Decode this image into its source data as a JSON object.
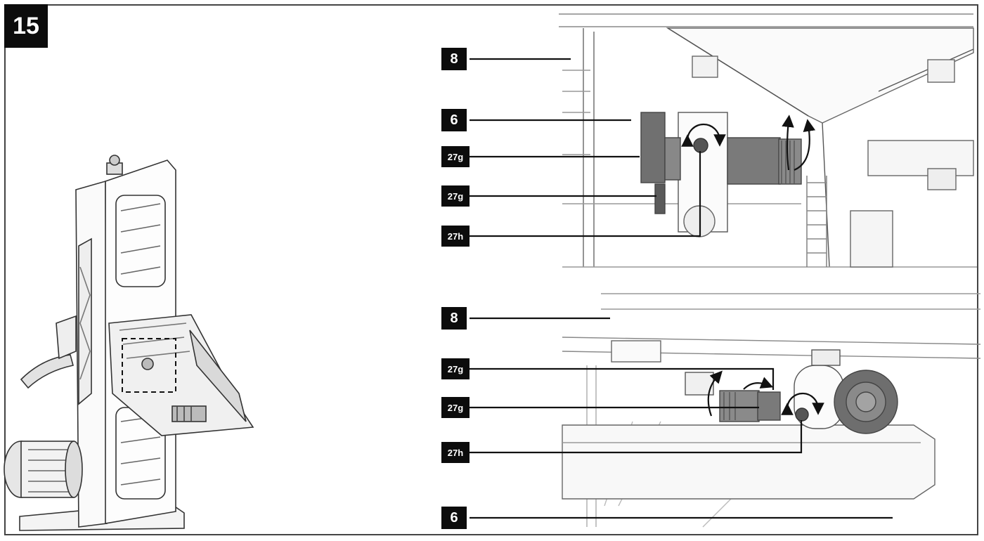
{
  "figure": {
    "number": "15"
  },
  "callouts": {
    "top": [
      {
        "id": "c-8-top",
        "label": "8"
      },
      {
        "id": "c-6-top",
        "label": "6"
      },
      {
        "id": "c-27g-top-a",
        "label": "27g"
      },
      {
        "id": "c-27g-top-b",
        "label": "27g"
      },
      {
        "id": "c-27h-top",
        "label": "27h"
      }
    ],
    "bottom": [
      {
        "id": "c-8-bottom",
        "label": "8"
      },
      {
        "id": "c-27g-bottom-a",
        "label": "27g"
      },
      {
        "id": "c-27g-bottom-b",
        "label": "27g"
      },
      {
        "id": "c-27h-bottom",
        "label": "27h"
      },
      {
        "id": "c-6-bottom",
        "label": "6"
      }
    ]
  },
  "colors": {
    "ink": "#0c0c0c",
    "line": "#555555",
    "part_dark": "#6b6b6b",
    "part_mid": "#8a8a8a",
    "part_light": "#bdbdbd"
  }
}
